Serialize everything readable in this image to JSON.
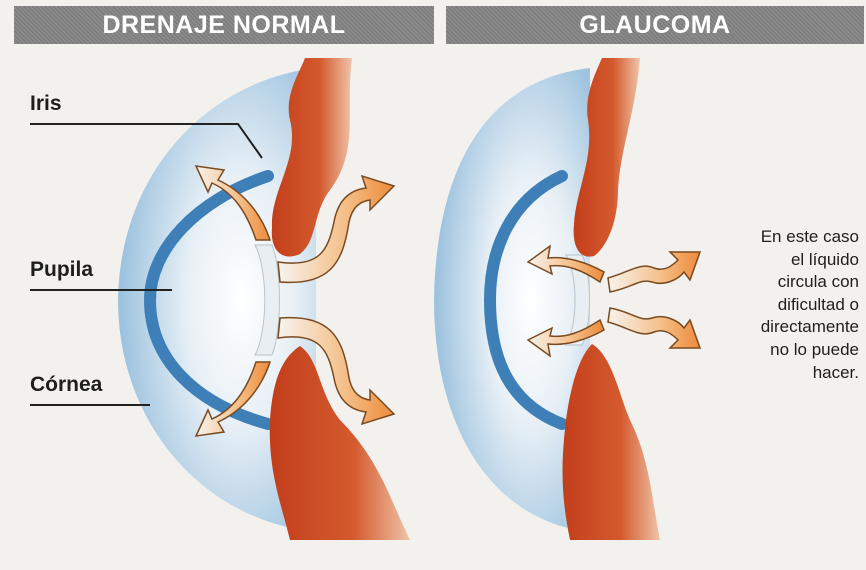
{
  "panels": {
    "left_title": "DRENAJE NORMAL",
    "right_title": "GLAUCOMA"
  },
  "labels": {
    "iris": "Iris",
    "pupila": "Pupila",
    "cornea": "Córnea"
  },
  "note_lines": [
    "En este caso",
    "el líquido",
    "circula con",
    "dificultad o",
    "directamente",
    "no lo puede",
    "hacer."
  ],
  "colors": {
    "background": "#f3f1ed",
    "header": "#8a8a8a",
    "cornea_outer": "#a9cbe4",
    "cornea_band": "#3f7fb8",
    "iris": "#cc4a22",
    "arrow_fill": "#f0a15a",
    "arrow_stroke": "#7a4a20"
  }
}
